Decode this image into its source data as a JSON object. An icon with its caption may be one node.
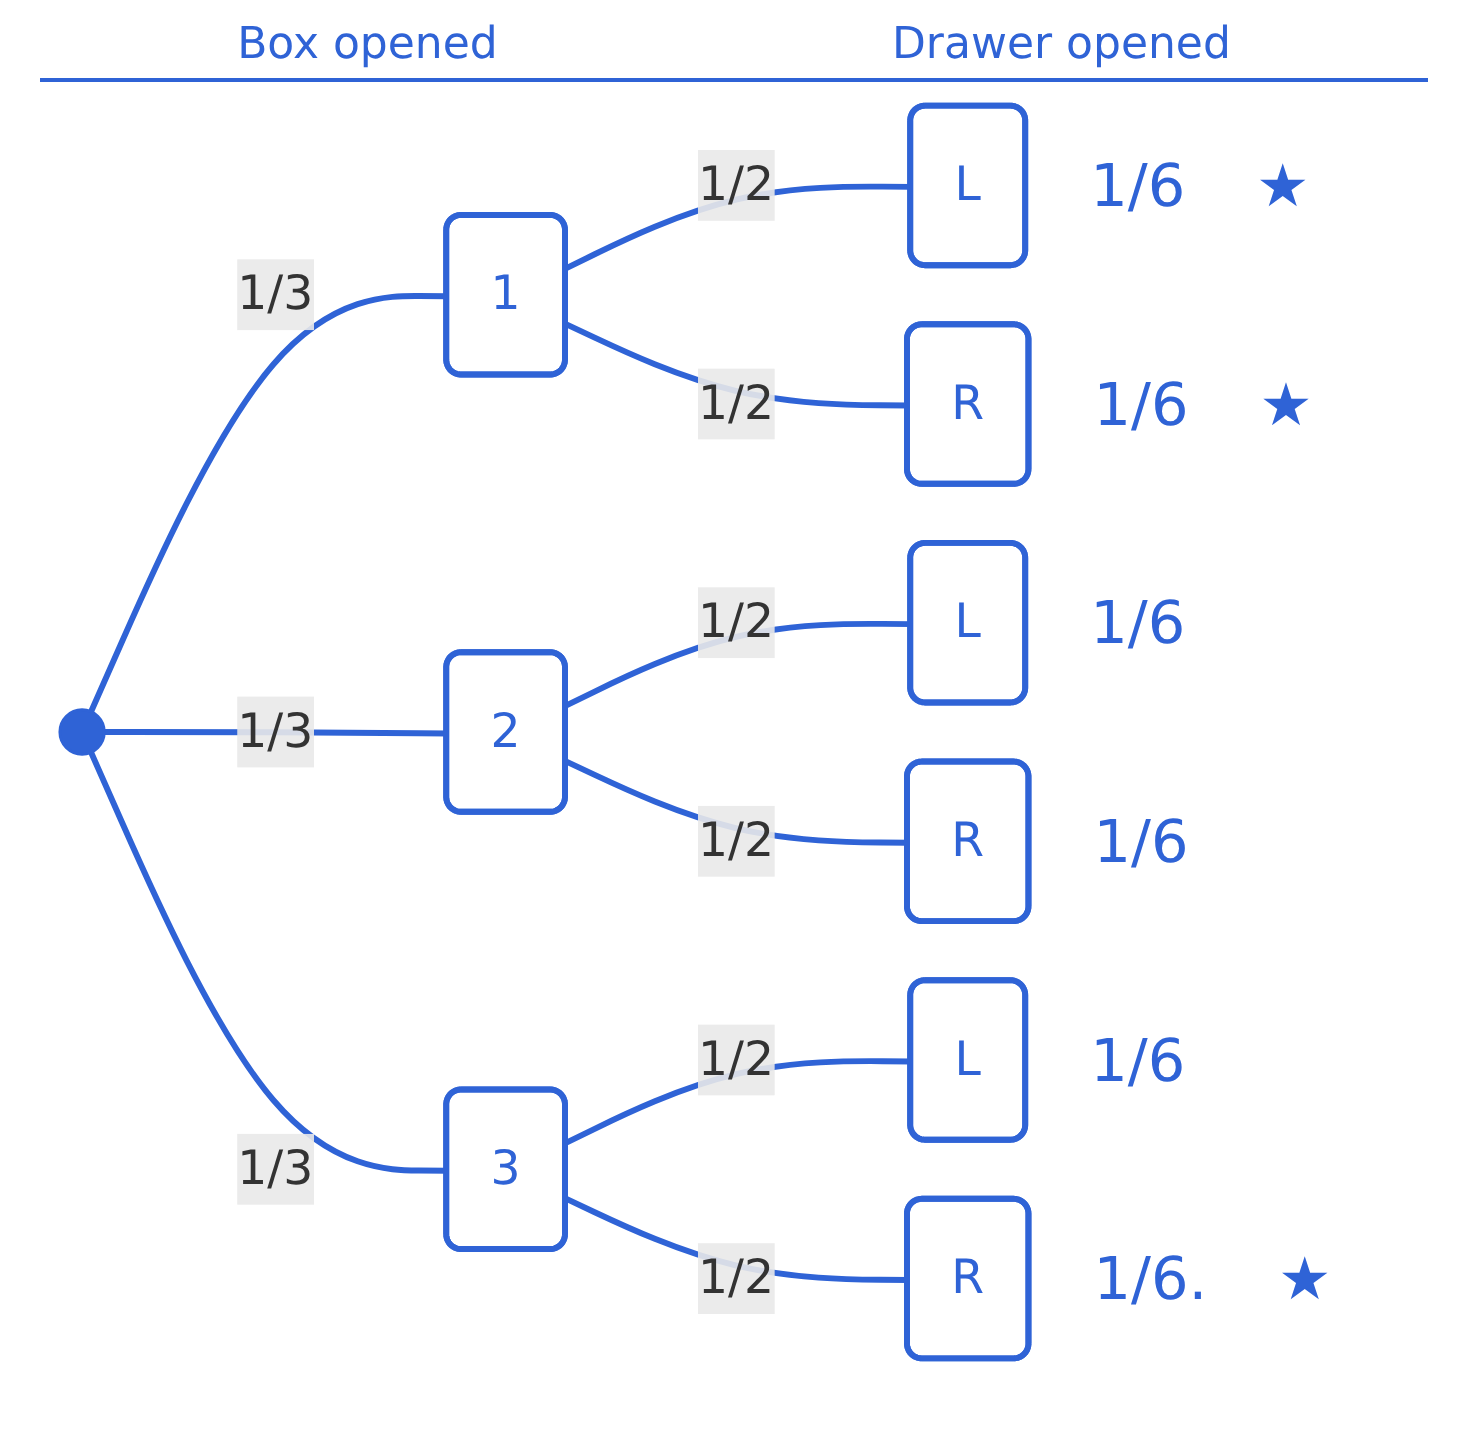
{
  "diagram": {
    "nodes": [
      {
        "text": [],
        "shape": "circle"
      },
      {
        "text": [
          "1"
        ]
      },
      {
        "text": [
          "2"
        ]
      },
      {
        "text": [
          "3"
        ]
      },
      {
        "text": [
          "L"
        ],
        "beside": [
          "1/6",
          "★"
        ]
      },
      {
        "text": [
          "R"
        ],
        "beside": [
          "1/6",
          "★"
        ]
      },
      {
        "text": [
          "L"
        ],
        "beside": [
          "1/6"
        ]
      },
      {
        "text": [
          "R"
        ],
        "beside": [
          "1/6"
        ]
      },
      {
        "text": [
          "L"
        ],
        "beside": [
          "1/6"
        ]
      },
      {
        "text": [
          "R"
        ],
        "beside": [
          "1/6.",
          "★"
        ]
      }
    ],
    "edges": [
      {
        "from": 0,
        "to": 1,
        "arrow": "none",
        "label": "1/3"
      },
      {
        "from": 0,
        "to": 2,
        "arrow": "none",
        "label": "1/3"
      },
      {
        "from": 0,
        "to": 3,
        "arrow": "none",
        "label": "1/3"
      },
      {
        "from": 1,
        "to": 4,
        "arrow": "none",
        "label": "1/2"
      },
      {
        "from": 1,
        "to": 5,
        "arrow": "none",
        "label": "1/2"
      },
      {
        "from": 2,
        "to": 6,
        "arrow": "none",
        "label": "1/2"
      },
      {
        "from": 2,
        "to": 7,
        "arrow": "none",
        "label": "1/2"
      },
      {
        "from": 3,
        "to": 8,
        "arrow": "none",
        "label": "1/2"
      },
      {
        "from": 3,
        "to": 9,
        "arrow": "none",
        "label": "1/2"
      }
    ],
    "labels": [
      "Box opened",
      "Drawer opened"
    ]
  }
}
